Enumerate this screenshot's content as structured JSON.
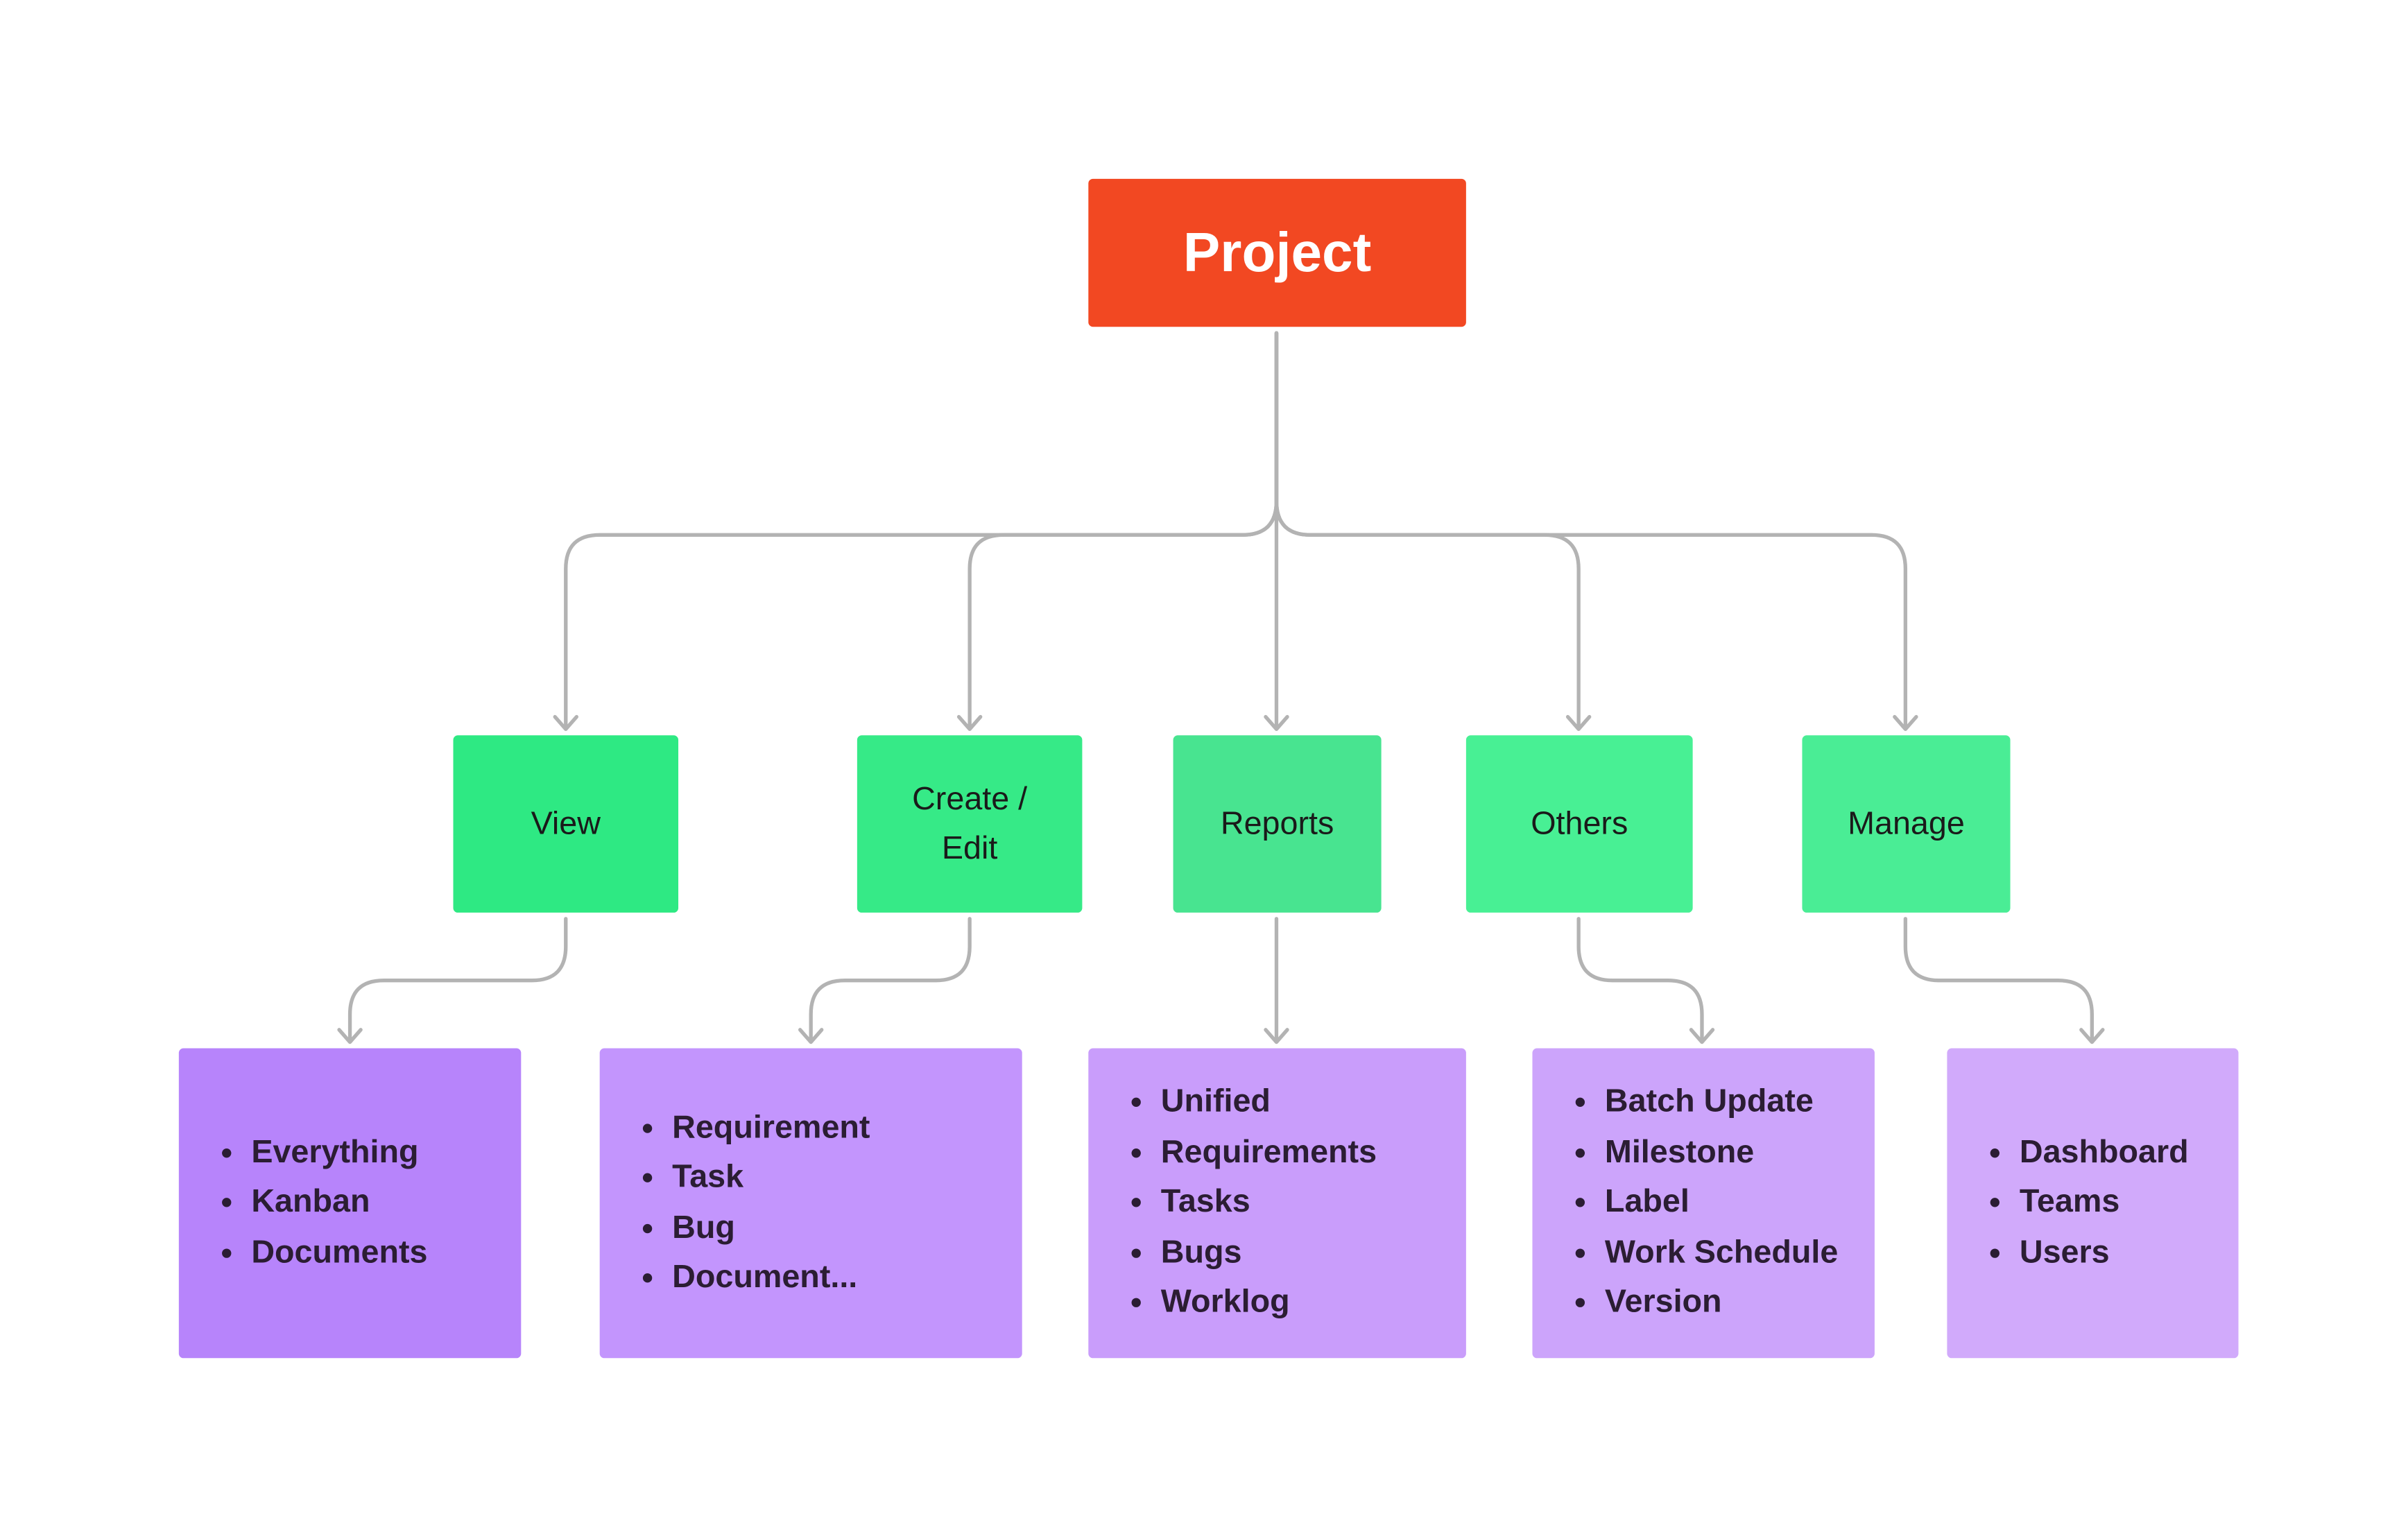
{
  "colors": {
    "root": "#f24822",
    "connector": "#b3b3b3",
    "category": [
      "#2ee983",
      "#36ea87",
      "#48e490",
      "#48f094",
      "#4aed95"
    ],
    "leaf": [
      "#b784fb",
      "#c395fd",
      "#c99dfb",
      "#cca4fb",
      "#d1aafb"
    ]
  },
  "root": {
    "label": "Project"
  },
  "categories": [
    {
      "label": "View",
      "items": [
        "Everything",
        "Kanban",
        "Documents"
      ]
    },
    {
      "label": "Create / Edit",
      "items": [
        "Requirement",
        "Task",
        "Bug",
        "Document..."
      ]
    },
    {
      "label": "Reports",
      "items": [
        "Unified",
        "Requirements",
        "Tasks",
        "Bugs",
        "Worklog"
      ]
    },
    {
      "label": "Others",
      "items": [
        "Batch Update",
        "Milestone",
        "Label",
        "Work Schedule",
        "Version"
      ]
    },
    {
      "label": "Manage",
      "items": [
        "Dashboard",
        "Teams",
        "Users"
      ]
    }
  ]
}
